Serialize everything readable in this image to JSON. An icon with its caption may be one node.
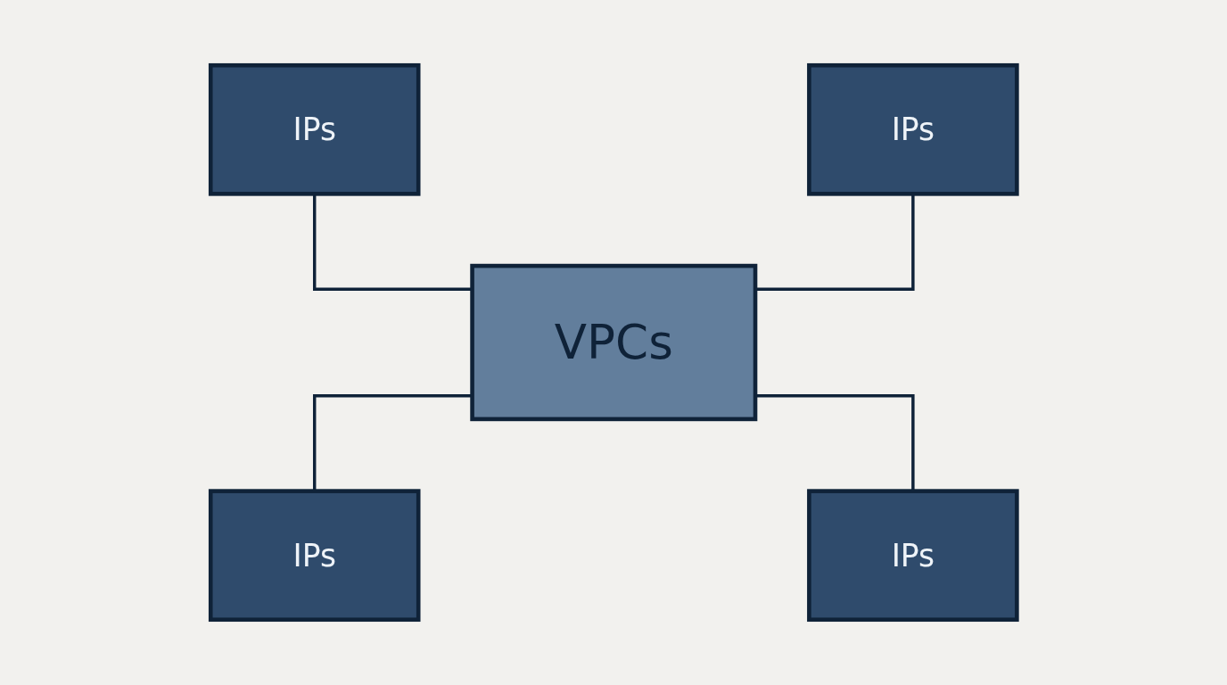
{
  "diagram": {
    "nodes": [
      {
        "text": [
          "IPs"
        ]
      },
      {
        "text": [
          "IPs"
        ]
      },
      {
        "text": [
          "VPCs"
        ]
      },
      {
        "text": [
          "IPs"
        ]
      },
      {
        "text": [
          "IPs"
        ]
      }
    ],
    "edges": [
      {
        "from": 0,
        "to": 2,
        "arrow": "none"
      },
      {
        "from": 1,
        "to": 2,
        "arrow": "none"
      },
      {
        "from": 2,
        "to": 3,
        "arrow": "none"
      },
      {
        "from": 2,
        "to": 4,
        "arrow": "none"
      }
    ]
  }
}
